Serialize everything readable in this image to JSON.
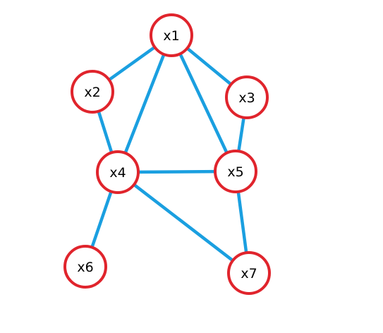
{
  "nodes": [
    {
      "id": "x1",
      "label": "x1"
    },
    {
      "id": "x2",
      "label": "x2"
    },
    {
      "id": "x3",
      "label": "x3"
    },
    {
      "id": "x4",
      "label": "x4"
    },
    {
      "id": "x5",
      "label": "x5"
    },
    {
      "id": "x6",
      "label": "x6"
    },
    {
      "id": "x7",
      "label": "x7"
    }
  ],
  "edges": [
    [
      "x1",
      "x2"
    ],
    [
      "x1",
      "x3"
    ],
    [
      "x1",
      "x4"
    ],
    [
      "x1",
      "x5"
    ],
    [
      "x2",
      "x4"
    ],
    [
      "x3",
      "x5"
    ],
    [
      "x4",
      "x5"
    ],
    [
      "x4",
      "x6"
    ],
    [
      "x4",
      "x7"
    ],
    [
      "x5",
      "x7"
    ]
  ],
  "colors": {
    "edge": "#1a9fe0",
    "node_outline": "#e0242c",
    "node_fill": "#ffffff",
    "label": "#000000"
  }
}
